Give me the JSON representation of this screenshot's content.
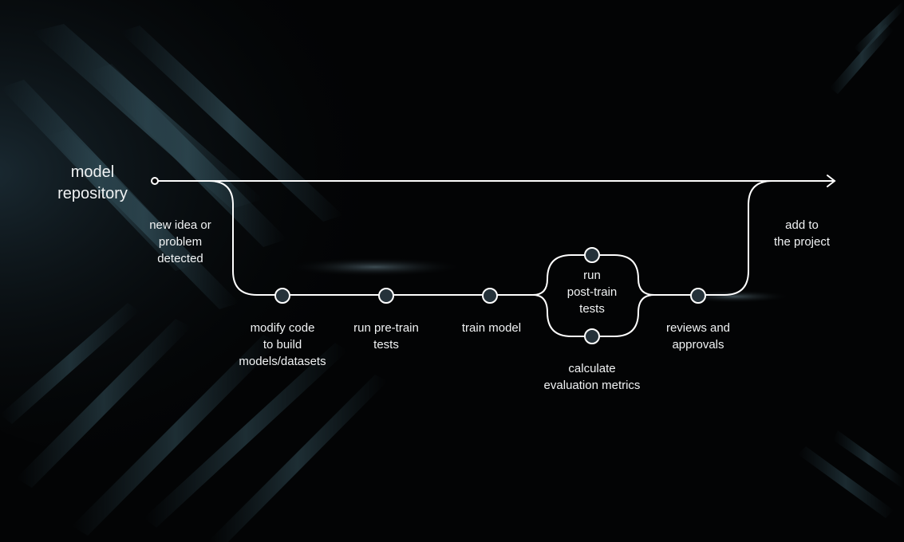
{
  "title": "model\nrepository",
  "labels": {
    "new_idea": "new idea or\nproblem\ndetected",
    "modify_code": "modify code\nto build\nmodels/datasets",
    "pre_train": "run pre-train\ntests",
    "train_model": "train model",
    "post_train": "run\npost-train\ntests",
    "metrics": "calculate\nevaluation metrics",
    "reviews": "reviews and\napprovals",
    "add_project": "add to\nthe project"
  },
  "colors": {
    "background": "#030405",
    "line": "#ffffff",
    "node_fill": "#25323a",
    "streak": "#2f4a55"
  },
  "icons": {
    "end": "arrow-right-icon",
    "start": "start-node-icon"
  }
}
